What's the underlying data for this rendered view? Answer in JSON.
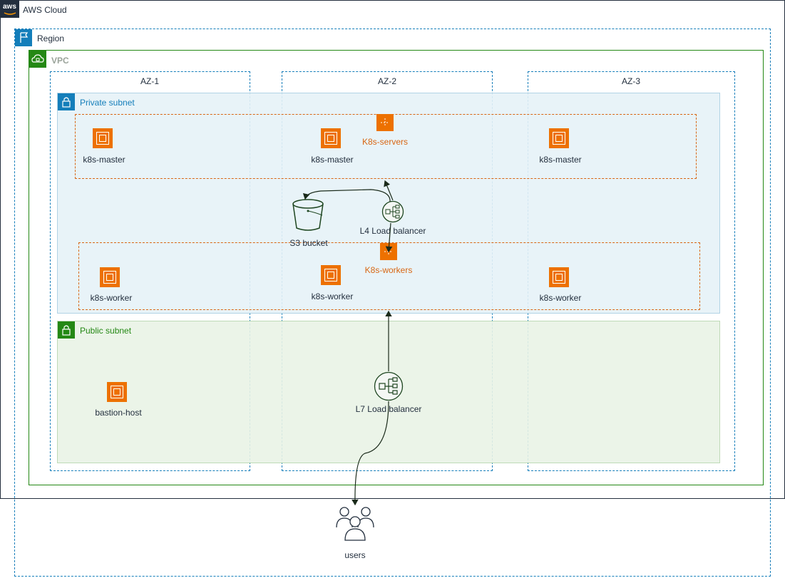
{
  "groups": {
    "aws_cloud": "AWS Cloud",
    "aws_logo_text": "aws",
    "region": "Region",
    "vpc": "VPC",
    "private_subnet": "Private subnet",
    "public_subnet": "Public subnet"
  },
  "availability_zones": [
    "AZ-1",
    "AZ-2",
    "AZ-3"
  ],
  "autoscaling_groups": {
    "servers": "K8s-servers",
    "workers": "K8s-workers"
  },
  "nodes": {
    "masters": [
      "k8s-master",
      "k8s-master",
      "k8s-master"
    ],
    "workers": [
      "k8s-worker",
      "k8s-worker",
      "k8s-worker"
    ],
    "s3": "S3 bucket",
    "l4": "L4 Load balancer",
    "l7": "L7 Load balancer",
    "bastion": "bastion-host",
    "users": "users"
  },
  "colors": {
    "aws_cloud_border": "#232f3e",
    "region_border": "#147eba",
    "vpc_border": "#248814",
    "private_subnet_fill": "#e6f2f8",
    "public_subnet_fill": "#e9f3e6",
    "compute_orange": "#ed7100",
    "asg_border": "#d86613",
    "connector": "#1a2a1a"
  }
}
